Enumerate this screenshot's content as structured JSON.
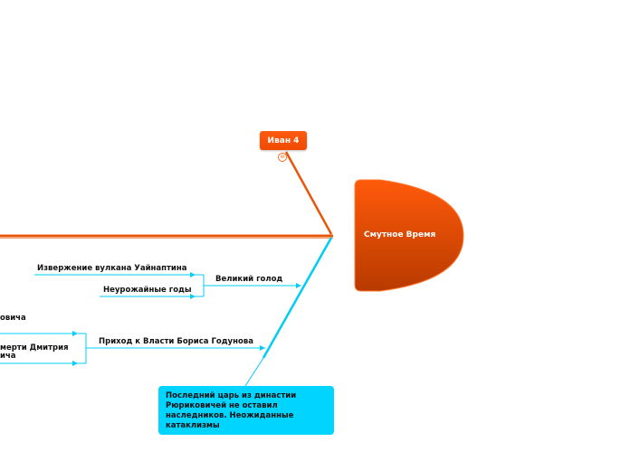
{
  "head": {
    "label": "Смутное Время"
  },
  "top_node": {
    "label": "Иван 4",
    "collapse_symbol": "⊖"
  },
  "branches": {
    "famine": {
      "label": "Великий голод",
      "causes": [
        "Извержение вулкана Уайнаптина",
        "Неурожайные годы"
      ]
    },
    "godunov": {
      "label": "Приход к Власти Бориса Годунова",
      "causes": [
        "овича",
        "мерти Дмитрия",
        "ича"
      ]
    }
  },
  "callout": {
    "text": "Последний царь из династии Рюриковичей не оставил наследников. Неожиданные катаклизмы"
  },
  "colors": {
    "spine": "#e8560a",
    "head": "#e04a00",
    "accent": "#00ccf5"
  }
}
